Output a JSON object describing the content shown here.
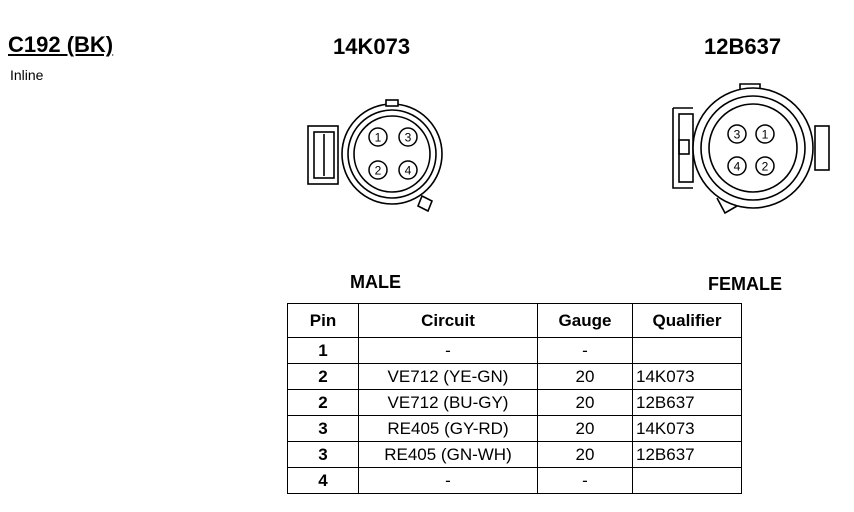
{
  "header": {
    "connector_name": "C192 (BK)",
    "connector_type": "Inline"
  },
  "male": {
    "part_number": "14K073",
    "gender_label": "MALE",
    "pins": [
      "1",
      "2",
      "3",
      "4"
    ]
  },
  "female": {
    "part_number": "12B637",
    "gender_label": "FEMALE",
    "pins": [
      "1",
      "2",
      "3",
      "4"
    ]
  },
  "table": {
    "headers": [
      "Pin",
      "Circuit",
      "Gauge",
      "Qualifier"
    ],
    "rows": [
      {
        "pin": "1",
        "circuit": "-",
        "gauge": "-",
        "qualifier": ""
      },
      {
        "pin": "2",
        "circuit": "VE712 (YE-GN)",
        "gauge": "20",
        "qualifier": "14K073"
      },
      {
        "pin": "2",
        "circuit": "VE712 (BU-GY)",
        "gauge": "20",
        "qualifier": "12B637"
      },
      {
        "pin": "3",
        "circuit": "RE405 (GY-RD)",
        "gauge": "20",
        "qualifier": "14K073"
      },
      {
        "pin": "3",
        "circuit": "RE405 (GN-WH)",
        "gauge": "20",
        "qualifier": "12B637"
      },
      {
        "pin": "4",
        "circuit": "-",
        "gauge": "-",
        "qualifier": ""
      }
    ]
  }
}
